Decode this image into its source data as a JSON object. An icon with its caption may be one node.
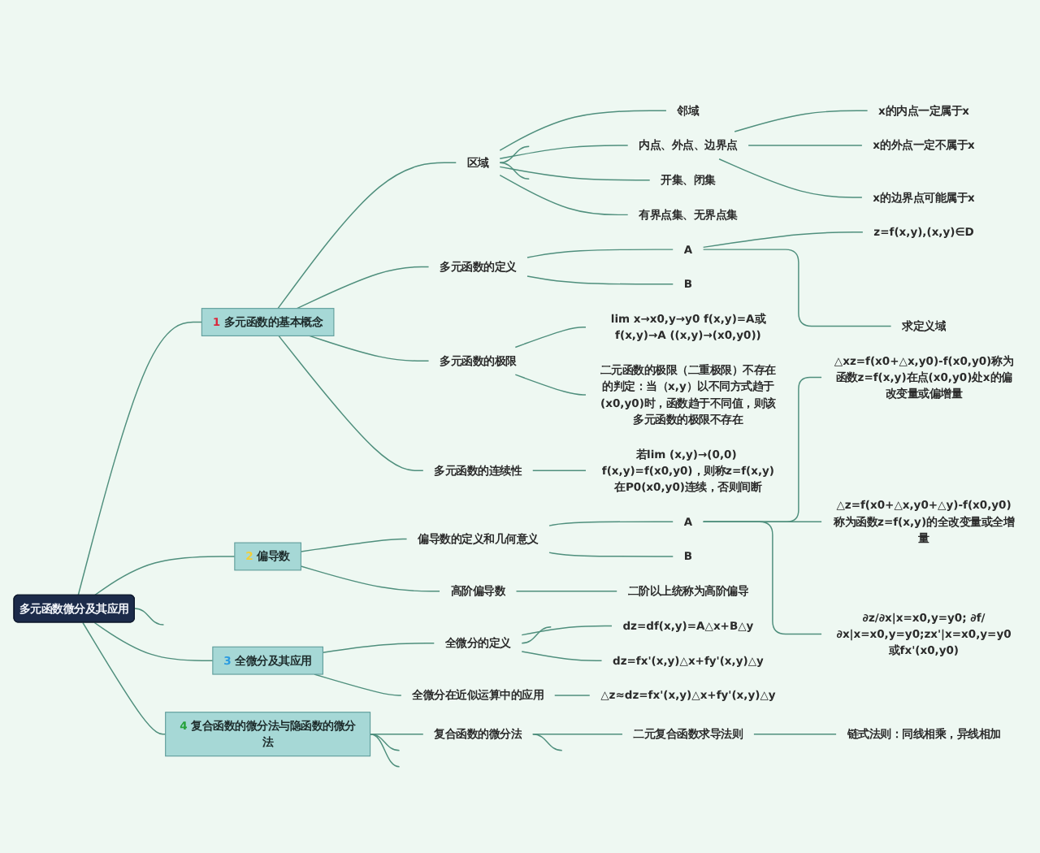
{
  "diagram": {
    "nodes": [
      {
        "text": [
          "多元函数微分及其应用"
        ]
      },
      {
        "text": [
          "1 多元函数的基本概念"
        ]
      },
      {
        "text": [
          "区域"
        ]
      },
      {
        "text": [
          "邻域"
        ]
      },
      {
        "text": [
          "内点、外点、边界点"
        ]
      },
      {
        "text": [
          "x的内点一定属于x"
        ]
      },
      {
        "text": [
          "x的外点一定不属于x"
        ]
      },
      {
        "text": [
          "x的边界点可能属于x"
        ]
      },
      {
        "text": [
          "开集、闭集"
        ]
      },
      {
        "text": [
          "有界点集、无界点集"
        ]
      },
      {
        "text": [
          "多元函数的定义"
        ]
      },
      {
        "text": [
          "A"
        ]
      },
      {
        "text": [
          "z=f(x,y),(x,y)∈D"
        ]
      },
      {
        "text": [
          "求定义域"
        ]
      },
      {
        "text": [
          "B"
        ]
      },
      {
        "text": [
          "多元函数的极限"
        ]
      },
      {
        "text": [
          "lim x→x0,y→y0 f(x,y)=A或f(x,y)→A ((x,y)→(x0,y0))"
        ]
      },
      {
        "text": [
          "二元函数的极限（二重极限）不存在的判定：当（x,y）以不同方式趋于(x0,y0)时，函数趋于不同值，则该多元函数的极限不存在"
        ]
      },
      {
        "text": [
          "多元函数的连续性"
        ]
      },
      {
        "text": [
          "若lim (x,y)→(0,0) f(x,y)=f(x0,y0)，则称z=f(x,y)在P0(x0,y0)连续，否则间断"
        ]
      },
      {
        "text": [
          "2 偏导数"
        ]
      },
      {
        "text": [
          "偏导数的定义和几何意义"
        ]
      },
      {
        "text": [
          "A"
        ]
      },
      {
        "text": [
          "△xz=f(x0+△x,y0)-f(x0,y0)称为函数z=f(x,y)在点(x0,y0)处x的偏改变量或偏增量"
        ]
      },
      {
        "text": [
          "△z=f(x0+△x,y0+△y)-f(x0,y0)称为函数z=f(x,y)的全改变量或全增量"
        ]
      },
      {
        "text": [
          "∂z/∂x|x=x0,y=y0; ∂f/∂x|x=x0,y=y0;zx'|x=x0,y=y0或fx'(x0,y0)"
        ]
      },
      {
        "text": [
          "B"
        ]
      },
      {
        "text": [
          "高阶偏导数"
        ]
      },
      {
        "text": [
          "二阶以上统称为高阶偏导"
        ]
      },
      {
        "text": [
          "3 全微分及其应用"
        ]
      },
      {
        "text": [
          "全微分的定义"
        ]
      },
      {
        "text": [
          "dz=df(x,y)=A△x+B△y"
        ]
      },
      {
        "text": [
          "dz=fx'(x,y)△x+fy'(x,y)△y"
        ]
      },
      {
        "text": [
          "全微分在近似运算中的应用"
        ]
      },
      {
        "text": [
          "△z≈dz=fx'(x,y)△x+fy'(x,y)△y"
        ]
      },
      {
        "text": [
          "4 复合函数的微分法与隐函数的微分法"
        ]
      },
      {
        "text": [
          "复合函数的微分法"
        ]
      },
      {
        "text": [
          "二元复合函数求导法则"
        ]
      },
      {
        "text": [
          "链式法则：同线相乘，异线相加"
        ]
      }
    ],
    "edges": [
      {
        "from": 0,
        "to": 1,
        "arrow": "none"
      },
      {
        "from": 0,
        "to": 20,
        "arrow": "none"
      },
      {
        "from": 0,
        "to": 29,
        "arrow": "none"
      },
      {
        "from": 0,
        "to": 35,
        "arrow": "none"
      },
      {
        "from": 0,
        "to": null,
        "arrow": "none"
      },
      {
        "from": 1,
        "to": 2,
        "arrow": "none"
      },
      {
        "from": 1,
        "to": 10,
        "arrow": "none"
      },
      {
        "from": 1,
        "to": 15,
        "arrow": "none"
      },
      {
        "from": 1,
        "to": 18,
        "arrow": "none"
      },
      {
        "from": 2,
        "to": 3,
        "arrow": "none"
      },
      {
        "from": 2,
        "to": 4,
        "arrow": "none"
      },
      {
        "from": 2,
        "to": 8,
        "arrow": "none"
      },
      {
        "from": 2,
        "to": 9,
        "arrow": "none"
      },
      {
        "from": 2,
        "to": null,
        "arrow": "none"
      },
      {
        "from": 2,
        "to": null,
        "arrow": "none"
      },
      {
        "from": 4,
        "to": 5,
        "arrow": "none"
      },
      {
        "from": 4,
        "to": 6,
        "arrow": "none"
      },
      {
        "from": 4,
        "to": 7,
        "arrow": "none"
      },
      {
        "from": 10,
        "to": 11,
        "arrow": "none"
      },
      {
        "from": 10,
        "to": 14,
        "arrow": "none"
      },
      {
        "from": 11,
        "to": 12,
        "arrow": "none"
      },
      {
        "from": 11,
        "to": 13,
        "arrow": "none"
      },
      {
        "from": 15,
        "to": 16,
        "arrow": "none"
      },
      {
        "from": 15,
        "to": 17,
        "arrow": "none"
      },
      {
        "from": 18,
        "to": 19,
        "arrow": "none"
      },
      {
        "from": 20,
        "to": 21,
        "arrow": "none"
      },
      {
        "from": 20,
        "to": 27,
        "arrow": "none"
      },
      {
        "from": 21,
        "to": 22,
        "arrow": "none"
      },
      {
        "from": 21,
        "to": 26,
        "arrow": "none"
      },
      {
        "from": 22,
        "to": 23,
        "arrow": "none"
      },
      {
        "from": 22,
        "to": 24,
        "arrow": "none"
      },
      {
        "from": 22,
        "to": 25,
        "arrow": "none"
      },
      {
        "from": 27,
        "to": 28,
        "arrow": "none"
      },
      {
        "from": 29,
        "to": 30,
        "arrow": "none"
      },
      {
        "from": 29,
        "to": 33,
        "arrow": "none"
      },
      {
        "from": 30,
        "to": 31,
        "arrow": "none"
      },
      {
        "from": 30,
        "to": 32,
        "arrow": "none"
      },
      {
        "from": 30,
        "to": null,
        "arrow": "none"
      },
      {
        "from": 33,
        "to": 34,
        "arrow": "none"
      },
      {
        "from": 35,
        "to": 36,
        "arrow": "none"
      },
      {
        "from": 35,
        "to": null,
        "arrow": "none"
      },
      {
        "from": 35,
        "to": null,
        "arrow": "none"
      },
      {
        "from": 36,
        "to": 37,
        "arrow": "none"
      },
      {
        "from": 36,
        "to": null,
        "arrow": "none"
      },
      {
        "from": 37,
        "to": 38,
        "arrow": "none"
      }
    ]
  }
}
